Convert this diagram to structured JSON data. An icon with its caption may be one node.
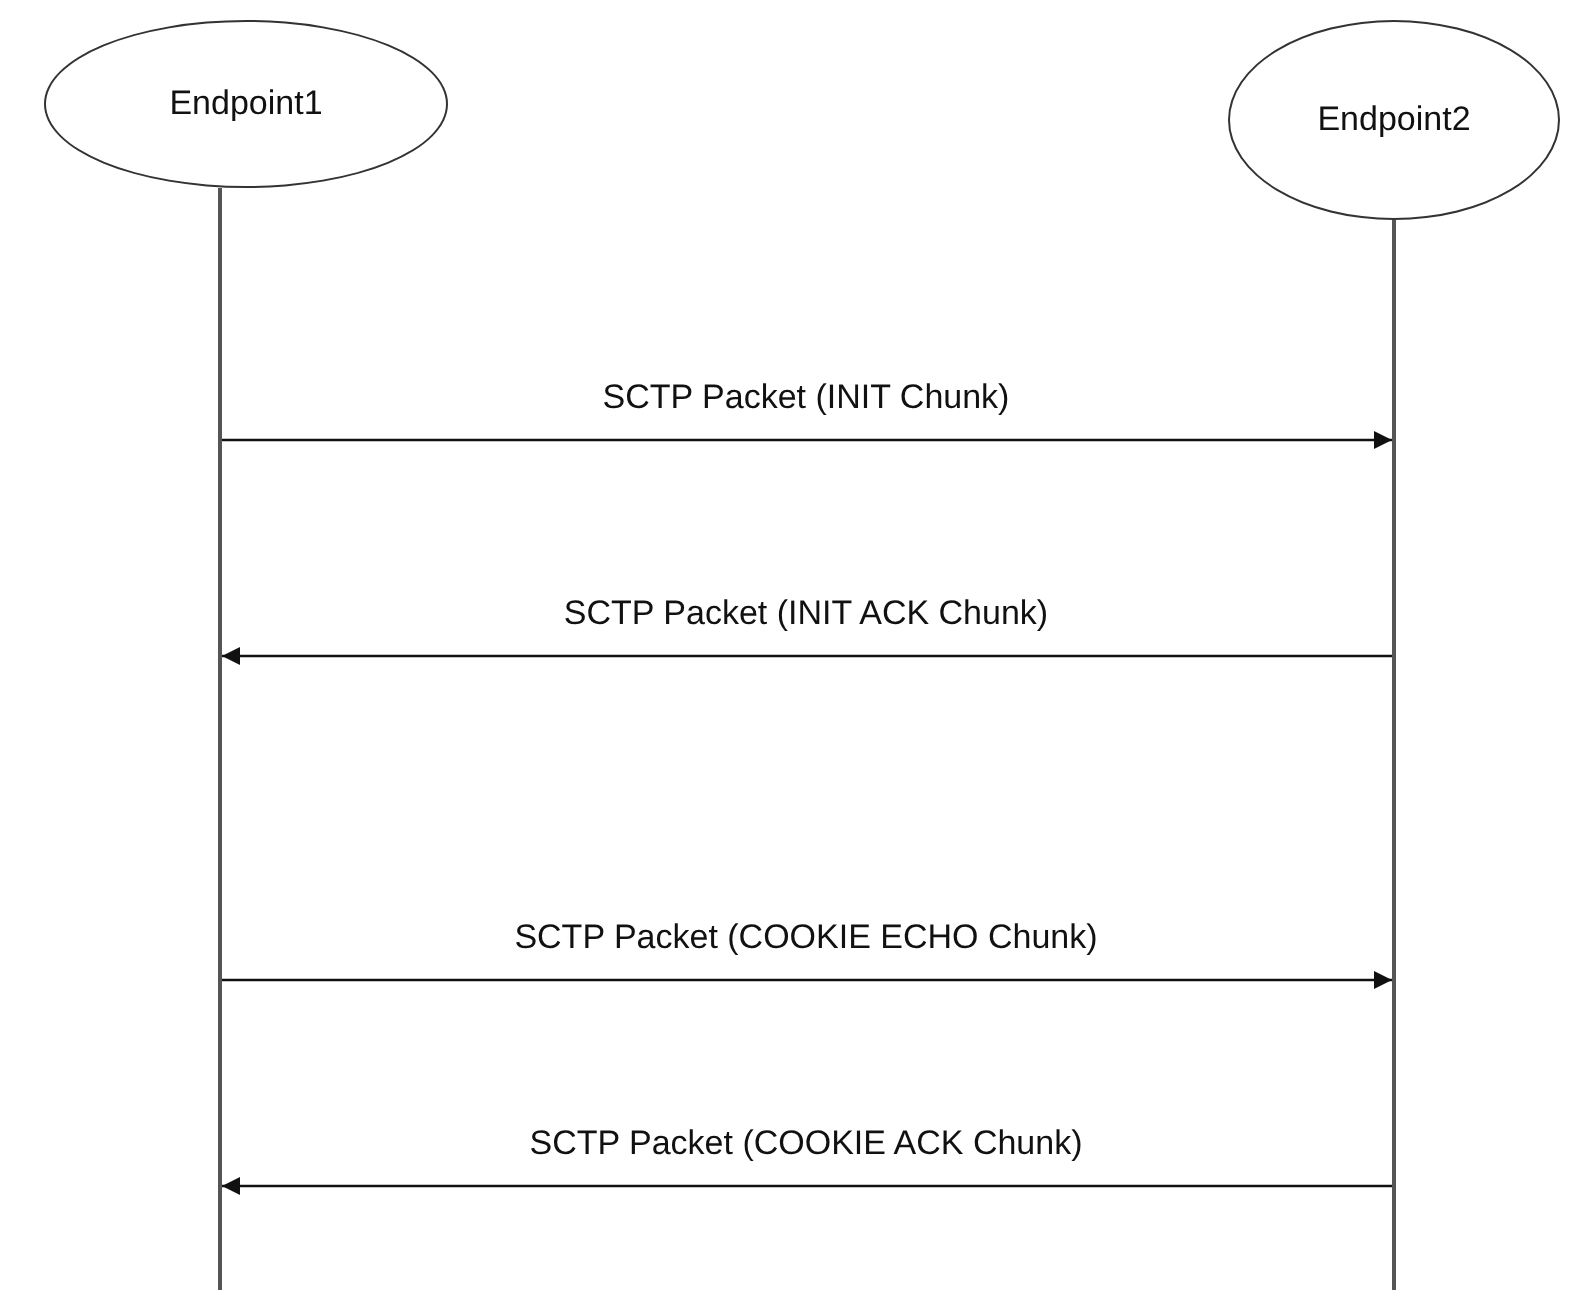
{
  "diagram": {
    "nodes": [
      {
        "text": [
          "Endpoint1"
        ]
      },
      {
        "text": [
          "Endpoint2"
        ]
      },
      {
        "text": [],
        "shape": "line"
      },
      {
        "text": [],
        "shape": "line"
      }
    ],
    "edges": [
      {
        "from": 2,
        "to": 3,
        "arrow": "to",
        "label": "SCTP Packet (INIT Chunk)"
      },
      {
        "from": 3,
        "to": 2,
        "arrow": "to",
        "label": "SCTP Packet (INIT ACK Chunk)"
      },
      {
        "from": 2,
        "to": 3,
        "arrow": "to",
        "label": "SCTP Packet (COOKIE ECHO Chunk)"
      },
      {
        "from": 3,
        "to": 2,
        "arrow": "to",
        "label": "SCTP Packet (COOKIE ACK Chunk)"
      }
    ]
  }
}
